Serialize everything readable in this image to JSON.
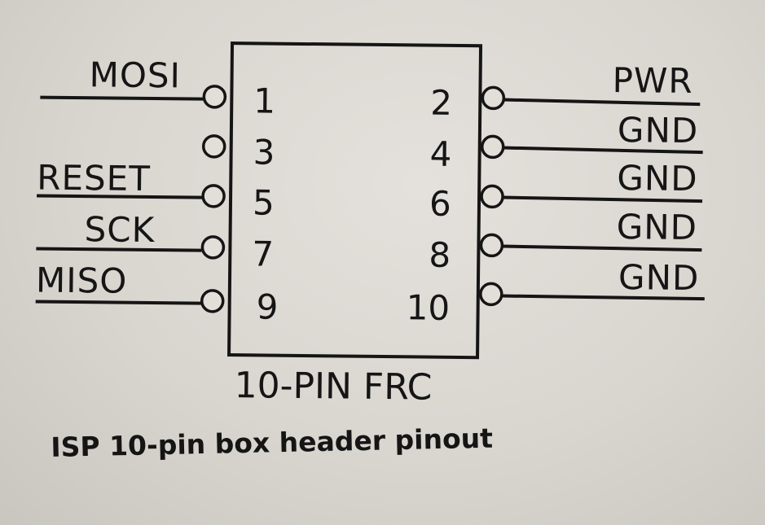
{
  "connector_title": "10-PIN FRC",
  "caption": "ISP 10-pin box header pinout",
  "left_pins": [
    {
      "number": "1",
      "signal": "MOSI"
    },
    {
      "number": "3",
      "signal": ""
    },
    {
      "number": "5",
      "signal": "RESET"
    },
    {
      "number": "7",
      "signal": "SCK"
    },
    {
      "number": "9",
      "signal": "MISO"
    }
  ],
  "right_pins": [
    {
      "number": "2",
      "signal": "PWR"
    },
    {
      "number": "4",
      "signal": "GND"
    },
    {
      "number": "6",
      "signal": "GND"
    },
    {
      "number": "8",
      "signal": "GND"
    },
    {
      "number": "10",
      "signal": "GND"
    }
  ]
}
